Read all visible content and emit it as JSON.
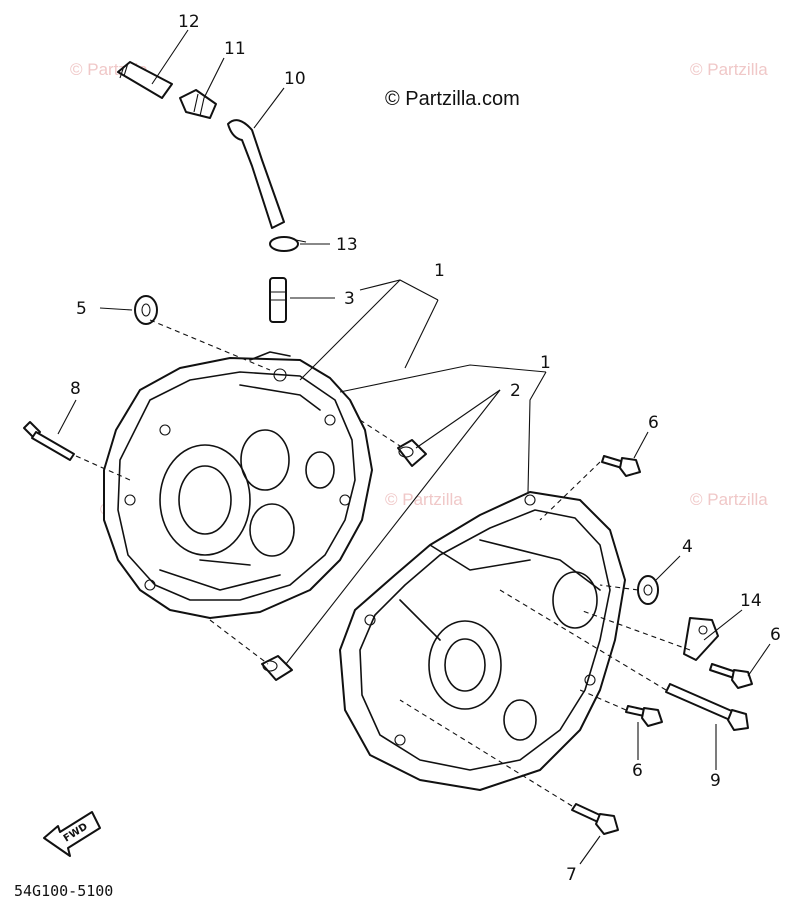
{
  "watermark": "© Partzilla.com",
  "watermark_faint": "© Partzilla",
  "diagram_code": "54G100-5100",
  "fwd_label": "FWD",
  "callouts": [
    {
      "id": "c12",
      "text": "12"
    },
    {
      "id": "c11",
      "text": "11"
    },
    {
      "id": "c10",
      "text": "10"
    },
    {
      "id": "c13",
      "text": "13"
    },
    {
      "id": "c1a",
      "text": "1"
    },
    {
      "id": "c3",
      "text": "3"
    },
    {
      "id": "c5",
      "text": "5"
    },
    {
      "id": "c8",
      "text": "8"
    },
    {
      "id": "c1b",
      "text": "1"
    },
    {
      "id": "c2",
      "text": "2"
    },
    {
      "id": "c6a",
      "text": "6"
    },
    {
      "id": "c4",
      "text": "4"
    },
    {
      "id": "c14",
      "text": "14"
    },
    {
      "id": "c6b",
      "text": "6"
    },
    {
      "id": "c6c",
      "text": "6"
    },
    {
      "id": "c9",
      "text": "9"
    },
    {
      "id": "c7",
      "text": "7"
    }
  ]
}
